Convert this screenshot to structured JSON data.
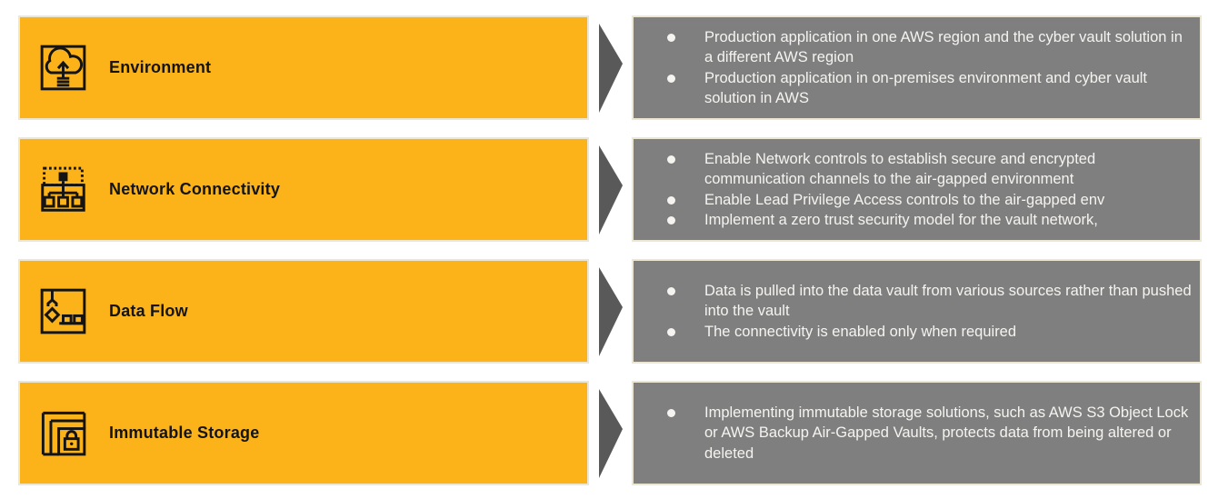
{
  "colors": {
    "bar_fill": "#FCB31A",
    "panel_fill": "#7F7F7F",
    "arrow_fill": "#595959",
    "box_border": "#EDE6D0",
    "label_color": "#141414",
    "bullet_text_color": "#F5F4F0"
  },
  "rows": [
    {
      "id": "environment",
      "label": "Environment",
      "icon": "cloud-upload-icon",
      "bullets": [
        "Production application in one AWS region and the cyber vault solution in a different AWS region",
        "Production application in on-premises environment and cyber vault solution in AWS"
      ]
    },
    {
      "id": "network-connectivity",
      "label": "Network Connectivity",
      "icon": "network-tree-icon",
      "bullets": [
        "Enable Network controls to establish secure and encrypted communication channels to the air-gapped environment",
        "Enable Lead Privilege Access controls to the air-gapped env",
        "Implement a zero trust security model for the vault network,"
      ]
    },
    {
      "id": "data-flow",
      "label": "Data Flow",
      "icon": "data-pull-icon",
      "bullets": [
        "Data is pulled into the data vault from various sources rather than pushed into the vault",
        "The connectivity is enabled only when required"
      ]
    },
    {
      "id": "immutable-storage",
      "label": "Immutable Storage",
      "icon": "vault-lock-icon",
      "bullets": [
        "Implementing immutable storage solutions, such as AWS S3 Object Lock or AWS Backup Air-Gapped Vaults, protects data from being altered or deleted"
      ]
    }
  ]
}
